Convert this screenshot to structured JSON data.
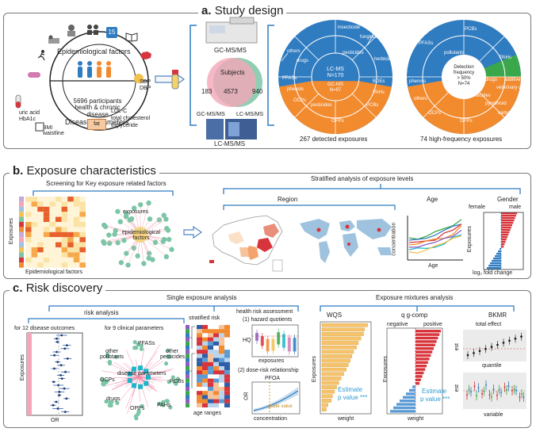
{
  "panel_a": {
    "title_prefix": "a.",
    "title": "Study design",
    "epi_factors": "Epidemiological factors",
    "participants": "5696 participants health & chronic disease",
    "disease_params": "Disease parameters",
    "uric": "uric acid",
    "hba1c": "HbA1c",
    "bmi": "BMI waistline",
    "fat": "fat",
    "sbp": "SBP",
    "dbp": "DBP",
    "ldl": "LDL-C",
    "tc": "total cholesterol",
    "tg": "triglyceride",
    "calendar_num": "15",
    "gc_top": "GC-MS/MS",
    "subjects": "Subjects",
    "venn_left": "183",
    "venn_mid": "4573",
    "venn_right": "940",
    "venn_gc": "GC-MS/MS",
    "venn_lc": "LC-MS/MS",
    "lc_bottom": "LC-MS/MS",
    "sun1_center_a": "LC-MS",
    "sun1_center_b": "N=170",
    "sun1_gc_a": "GC-MS",
    "sun1_gc_b": "N=97",
    "sun1_caption": "267 detected exposures",
    "sun2_center_a": "Detection",
    "sun2_center_b": "frequency",
    "sun2_center_c": "> 50%",
    "sun2_center_d": "N=74",
    "sun2_caption": "74 high-frequency exposures",
    "cat_pesticides": "pesticides",
    "cat_drugs": "drugs",
    "cat_pollutants": "pollutants",
    "cat_pcbs": "PCBs",
    "cat_pahs": "PAHs",
    "cat_pfass": "PFASs",
    "cat_others": "others",
    "cat_ocps": "OCPs",
    "cat_opps": "OPPs",
    "cat_bdes": "BDEs",
    "cat_phenols": "phenols",
    "cat_fungicide": "fungicide",
    "cat_insecticide": "insecticide",
    "cat_herbicide": "herbicide",
    "cat_pyrethroid": "pyrethroid",
    "cat_additive": "additive",
    "cat_veterinary": "veterinary drug",
    "cat_carbamate": "carbamate"
  },
  "panel_b": {
    "title_prefix": "b.",
    "title": "Exposure characteristics",
    "screening": "Screening for Key exposure related factors",
    "exposures_axis": "Exposures",
    "epi_axis": "Epidemiological factors",
    "net_exposures": "exposures",
    "net_epi": "epidemiological factors",
    "stratified": "Stratified analysis of exposure levels",
    "region": "Region",
    "age": "Age",
    "concentration": "concentration",
    "age_axis": "Age",
    "gender": "Gender",
    "female": "female",
    "male": "male",
    "exposures_bar": "Exposures",
    "fold": "log₂ fold change"
  },
  "panel_c": {
    "title_prefix": "c.",
    "title": "Risk discovery",
    "single": "Single exposure analysis",
    "risk_analysis": "risk analysis",
    "disease_outcomes": "for 12 disease outcomes",
    "exposures_axis": "Exposures",
    "or_axis": "OR",
    "clinical": "for 9 clinical parameters",
    "pfass": "PFASs",
    "other_pollutants": "other pollutants",
    "other_pesticides": "other pesticides",
    "disease_parameters": "disease parameters",
    "ocps": "OCPs",
    "pcbs": "PCBs",
    "drugs": "drugs",
    "opps": "OPPs",
    "pahs": "PAHs",
    "stratified_risk": "stratified risk",
    "age_ranges": "age ranges",
    "health_risk": "health risk assessment",
    "hazard": "(1) hazard quotients",
    "hq": "HQ",
    "hq_exposures": "exposures",
    "dose_risk": "(2) dose-risk relationship",
    "pfoa": "PFOA",
    "or_label": "OR",
    "guide_value": "guide value",
    "concentration": "concentration",
    "mixtures": "Exposure mixtures analysis",
    "wqs": "WQS",
    "wqs_exposures": "Exposures",
    "wqs_estimate": "Estimate",
    "wqs_pvalue": "p value ***",
    "wqs_weight": "weight",
    "qg": "q g-comp",
    "negative": "negative",
    "positive": "positive",
    "qg_exposures": "Exposures",
    "qg_estimate": "Estimate",
    "qg_pvalue": "p value ***",
    "qg_weight": "weight",
    "bkmr": "BKMR",
    "total_effect": "total effect",
    "est1": "est",
    "quantile": "quantile",
    "est2": "est",
    "variable": "variable"
  },
  "colors": {
    "blue": "#2f7cc0",
    "blue_light": "#5b9bd5",
    "orange": "#f28a2e",
    "green": "#3aa84a",
    "teal": "#7cc5a6",
    "pink": "#f4a6b8",
    "red": "#d8343b",
    "grey_border": "#777777"
  }
}
